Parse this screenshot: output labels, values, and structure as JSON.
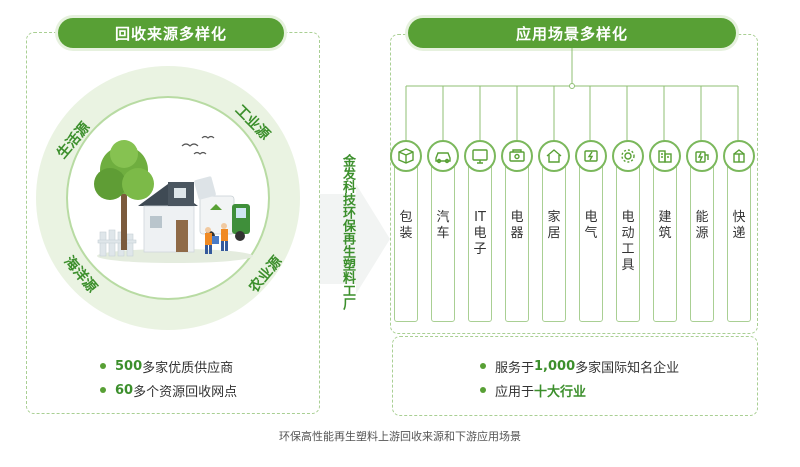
{
  "left": {
    "title": "回收来源多样化",
    "sources": [
      "生活源",
      "工业源",
      "海洋源",
      "农业源"
    ],
    "bullets": [
      {
        "highlight": "500",
        "text": " 多家优质供应商"
      },
      {
        "highlight": "60",
        "text": " 多个资源回收网点"
      }
    ]
  },
  "middle": {
    "factory": "金发科技环保再生塑料工厂"
  },
  "right": {
    "title": "应用场景多样化",
    "industries": [
      {
        "label": "包装",
        "icon": "package-icon"
      },
      {
        "label": "汽车",
        "icon": "car-icon"
      },
      {
        "label": "IT电子",
        "icon": "monitor-icon"
      },
      {
        "label": "电器",
        "icon": "appliance-icon"
      },
      {
        "label": "家居",
        "icon": "home-icon"
      },
      {
        "label": "电气",
        "icon": "electrical-icon"
      },
      {
        "label": "电动工具",
        "icon": "gear-tool-icon"
      },
      {
        "label": "建筑",
        "icon": "building-icon"
      },
      {
        "label": "能源",
        "icon": "energy-icon"
      },
      {
        "label": "快递",
        "icon": "delivery-icon"
      }
    ],
    "bullets": [
      {
        "prefix": "服务于 ",
        "highlight": "1,000",
        "suffix": " 多家国际知名企业"
      },
      {
        "prefix": "应用于",
        "highlight": "十大行业",
        "suffix": ""
      }
    ]
  },
  "caption": "环保高性能再生塑料上游回收来源和下游应用场景",
  "colors": {
    "accent": "#58a035",
    "accent_text": "#3c8f2c",
    "light": "#eaf3e2"
  }
}
